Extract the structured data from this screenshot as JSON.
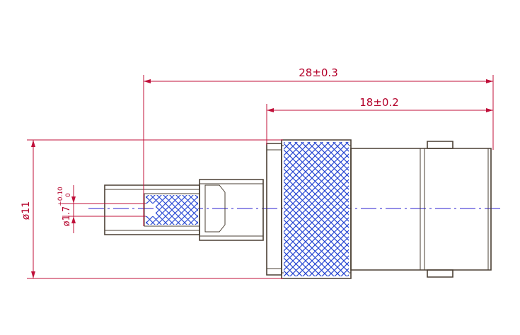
{
  "dimensions": {
    "overall_length": "28±0.3",
    "body_length": "18±0.2",
    "outer_diameter": "ø11",
    "pin_diameter": "ø1.7",
    "pin_tol_upper": "+0.10",
    "pin_tol_lower": "0"
  },
  "colors": {
    "dimension": "#c0103a",
    "outline": "#4a3f33",
    "hatch": "#1a3cd0",
    "centerline": "#2a1ccf"
  }
}
